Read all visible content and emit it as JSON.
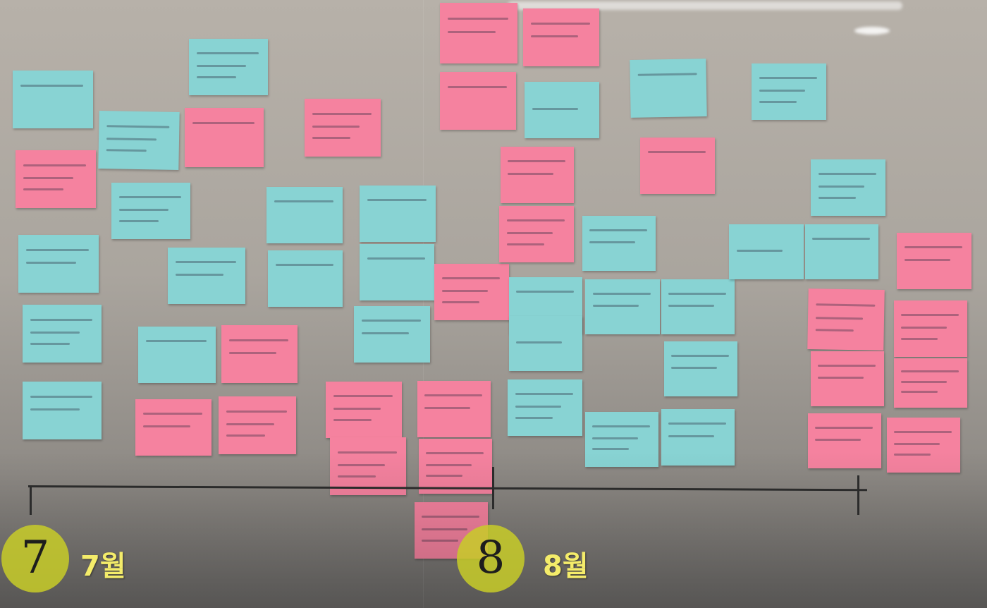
{
  "timeline": {
    "july": {
      "digit": "7",
      "label": "7월"
    },
    "august": {
      "digit": "8",
      "label": "8월"
    }
  },
  "colors": {
    "blue_note": "#88d3d3",
    "pink_note": "#f5829f",
    "highlight": "#c8cd28",
    "label": "#f4ec6a"
  }
}
